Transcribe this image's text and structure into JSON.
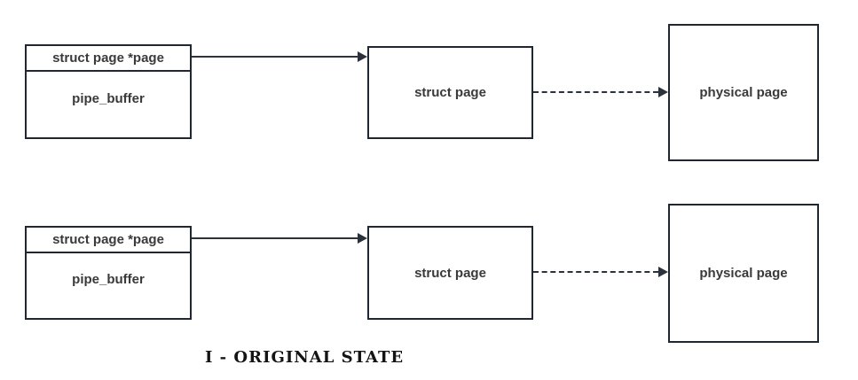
{
  "caption": "I - ORIGINAL STATE",
  "colors": {
    "box_border": "#1f2733",
    "box_text": "#3a3a3a",
    "arrow": "#2b323c",
    "background": "#ffffff"
  },
  "rows": [
    {
      "pipe_buffer_box": {
        "header": "struct page *page",
        "body": "pipe_buffer"
      },
      "struct_page_box": {
        "label": "struct page"
      },
      "physical_page_box": {
        "label": "physical page"
      },
      "arrows": {
        "pointer_arrow_style": "solid",
        "mapping_arrow_style": "dashed"
      }
    },
    {
      "pipe_buffer_box": {
        "header": "struct page *page",
        "body": "pipe_buffer"
      },
      "struct_page_box": {
        "label": "struct page"
      },
      "physical_page_box": {
        "label": "physical page"
      },
      "arrows": {
        "pointer_arrow_style": "solid",
        "mapping_arrow_style": "dashed"
      }
    }
  ]
}
